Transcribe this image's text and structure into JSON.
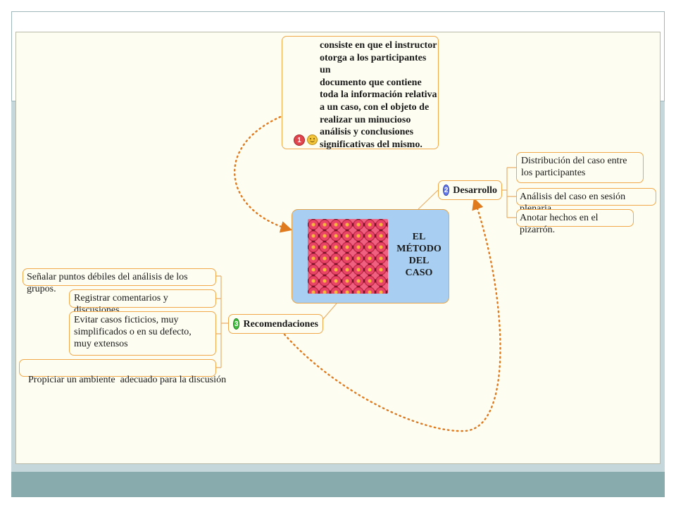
{
  "central": {
    "title": "EL\nMÉTODO\nDEL\nCASO",
    "image": "flowers-photo"
  },
  "definition": {
    "number": "1",
    "emoticon": "smiley-icon",
    "lines": [
      "consiste en que el instructor",
      "otorga a los participantes un",
      "documento que contiene",
      "toda la información relativa",
      "a un caso, con el objeto de",
      "realizar un minucioso",
      "análisis y conclusiones",
      "significativas del mismo."
    ]
  },
  "desarrollo": {
    "number": "2",
    "label": "Desarrollo",
    "items": [
      "Distribución del caso entre los participantes",
      "Análisis del caso en sesión plenaria",
      "Anotar hechos en el pizarrón."
    ]
  },
  "recomendaciones": {
    "number": "3",
    "label": "Recomendaciones",
    "items": [
      "Señalar puntos débiles del análisis de los grupos.",
      "Registrar comentarios y discusiones.",
      "Evitar casos ficticios, muy simplificados o en su defecto, muy extensos",
      "Propiciar un ambiente  adecuado para la discusión"
    ]
  },
  "colors": {
    "node_border": "#f0a84a",
    "connector": "#e07a1f",
    "central_fill": "#a8cff2",
    "canvas": "#fdfdf1",
    "frame": "#88abae"
  }
}
